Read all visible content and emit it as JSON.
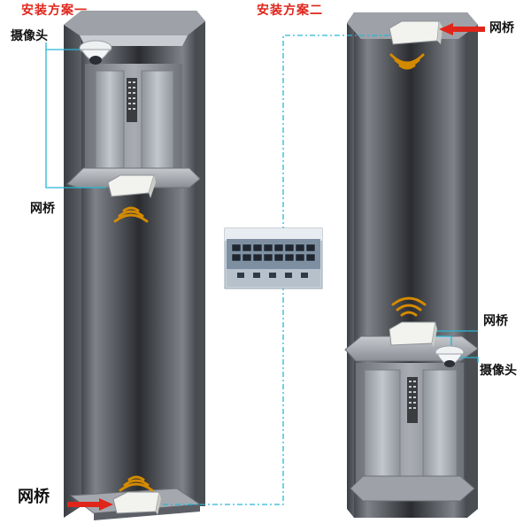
{
  "scheme_one": {
    "title": "安装方案一",
    "camera_label": "摄像头",
    "bridge_mid_label": "网桥",
    "bridge_bottom_label": "网桥"
  },
  "scheme_two": {
    "title": "安装方案二",
    "bridge_top_label": "网桥",
    "bridge_car_label": "网桥",
    "camera_label": "摄像头"
  },
  "colors": {
    "title_red": "#e0251b",
    "arrow_red": "#e0251b",
    "connector_cyan": "#27b6d6",
    "shaft_gray": "#6b6e73"
  },
  "icons": [
    "dome-camera-icon",
    "wireless-bridge-icon",
    "wifi-signal-icon",
    "red-arrow-icon",
    "monitoring-room-icon"
  ]
}
